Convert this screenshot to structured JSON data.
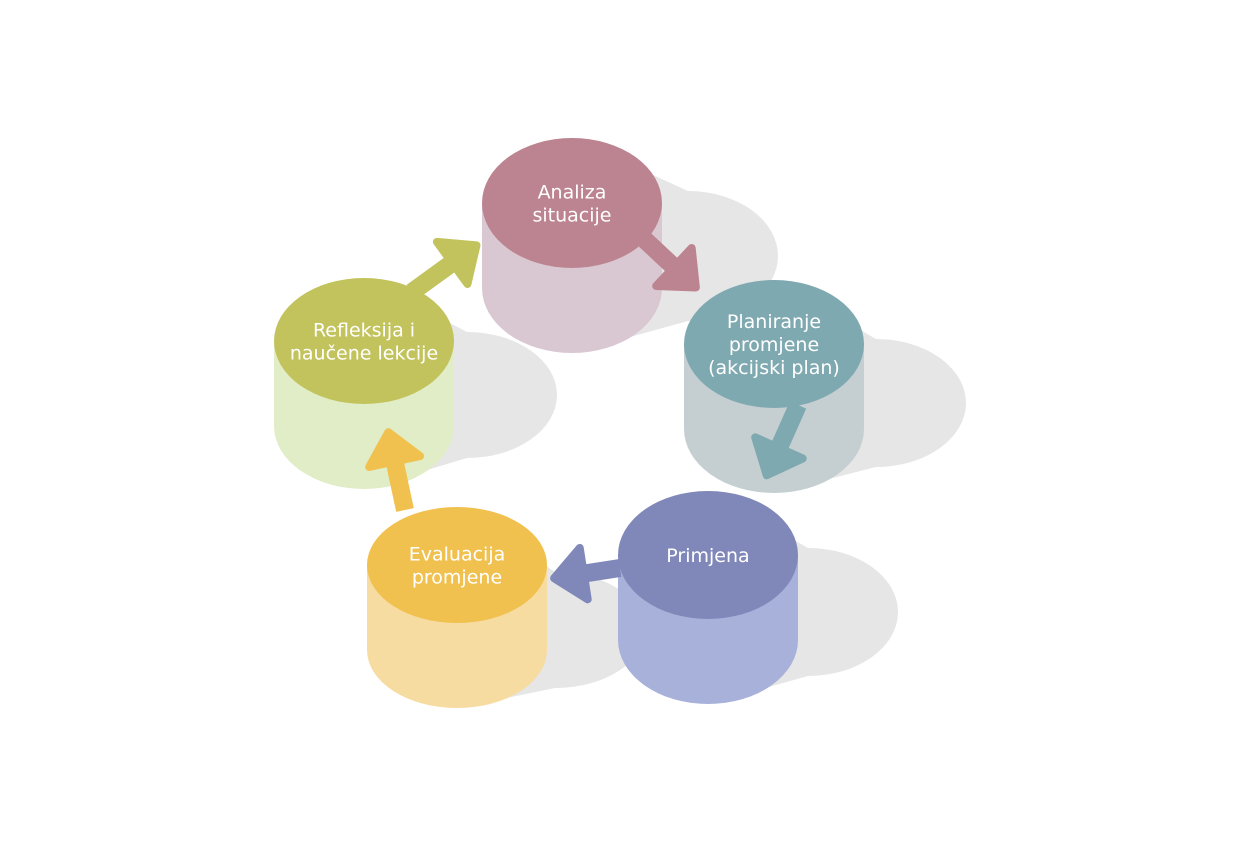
{
  "colors": {
    "shadow": "#e6e6e6"
  },
  "steps": [
    {
      "lines": [
        "Analiza",
        "situacije"
      ],
      "top": "#bc8490",
      "body": "#d9c7d2"
    },
    {
      "lines": [
        "Planiranje",
        "promjene",
        "(akcijski plan)"
      ],
      "top": "#7fa9b0",
      "body": "#c5cfd1"
    },
    {
      "lines": [
        "Primjena"
      ],
      "top": "#8088ba",
      "body": "#a7b1da"
    },
    {
      "lines": [
        "Evaluacija",
        "promjene"
      ],
      "top": "#f1c150",
      "body": "#f6dca1"
    },
    {
      "lines": [
        "Refleksija i",
        "naučene lekcije"
      ],
      "top": "#c2c35d",
      "body": "#e0edc6"
    }
  ]
}
